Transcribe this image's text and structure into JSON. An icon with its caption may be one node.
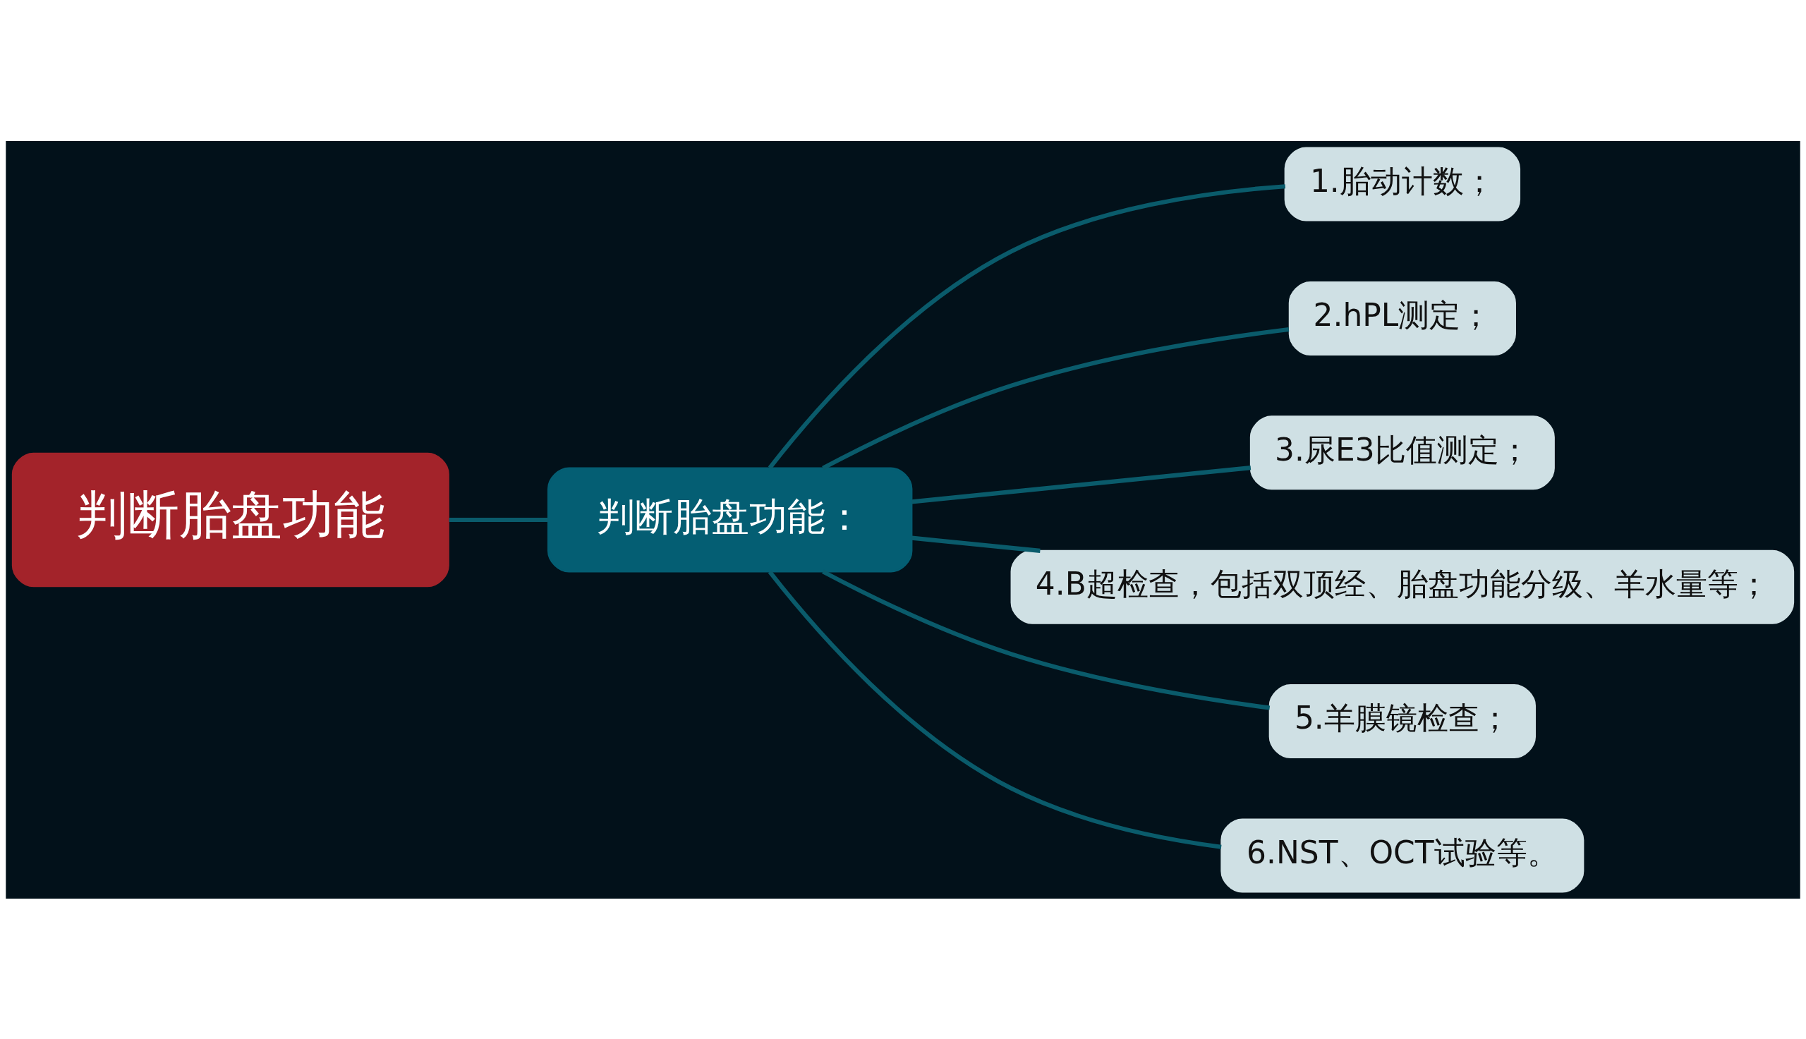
{
  "diagram": {
    "nodes": [
      {
        "text": [
          "判断胎盘功能"
        ]
      },
      {
        "text": [
          "判断胎盘功能："
        ]
      },
      {
        "text": [
          "1.胎动计数；"
        ]
      },
      {
        "text": [
          "2.hPL测定；"
        ]
      },
      {
        "text": [
          "3.尿E3比值测定；"
        ]
      },
      {
        "text": [
          "4.B超检查，包括双顶经、胎盘功能分级、羊水量等；"
        ]
      },
      {
        "text": [
          "5.羊膜镜检查；"
        ]
      },
      {
        "text": [
          "6.NST、OCT试验等。"
        ]
      }
    ],
    "edges": [
      {
        "from": 0,
        "to": 1,
        "arrow": "none"
      },
      {
        "from": 1,
        "to": 2,
        "arrow": "none"
      },
      {
        "from": 1,
        "to": 3,
        "arrow": "none"
      },
      {
        "from": 1,
        "to": 4,
        "arrow": "none"
      },
      {
        "from": 1,
        "to": 5,
        "arrow": "none"
      },
      {
        "from": 1,
        "to": 6,
        "arrow": "none"
      },
      {
        "from": 1,
        "to": 7,
        "arrow": "none"
      }
    ]
  }
}
